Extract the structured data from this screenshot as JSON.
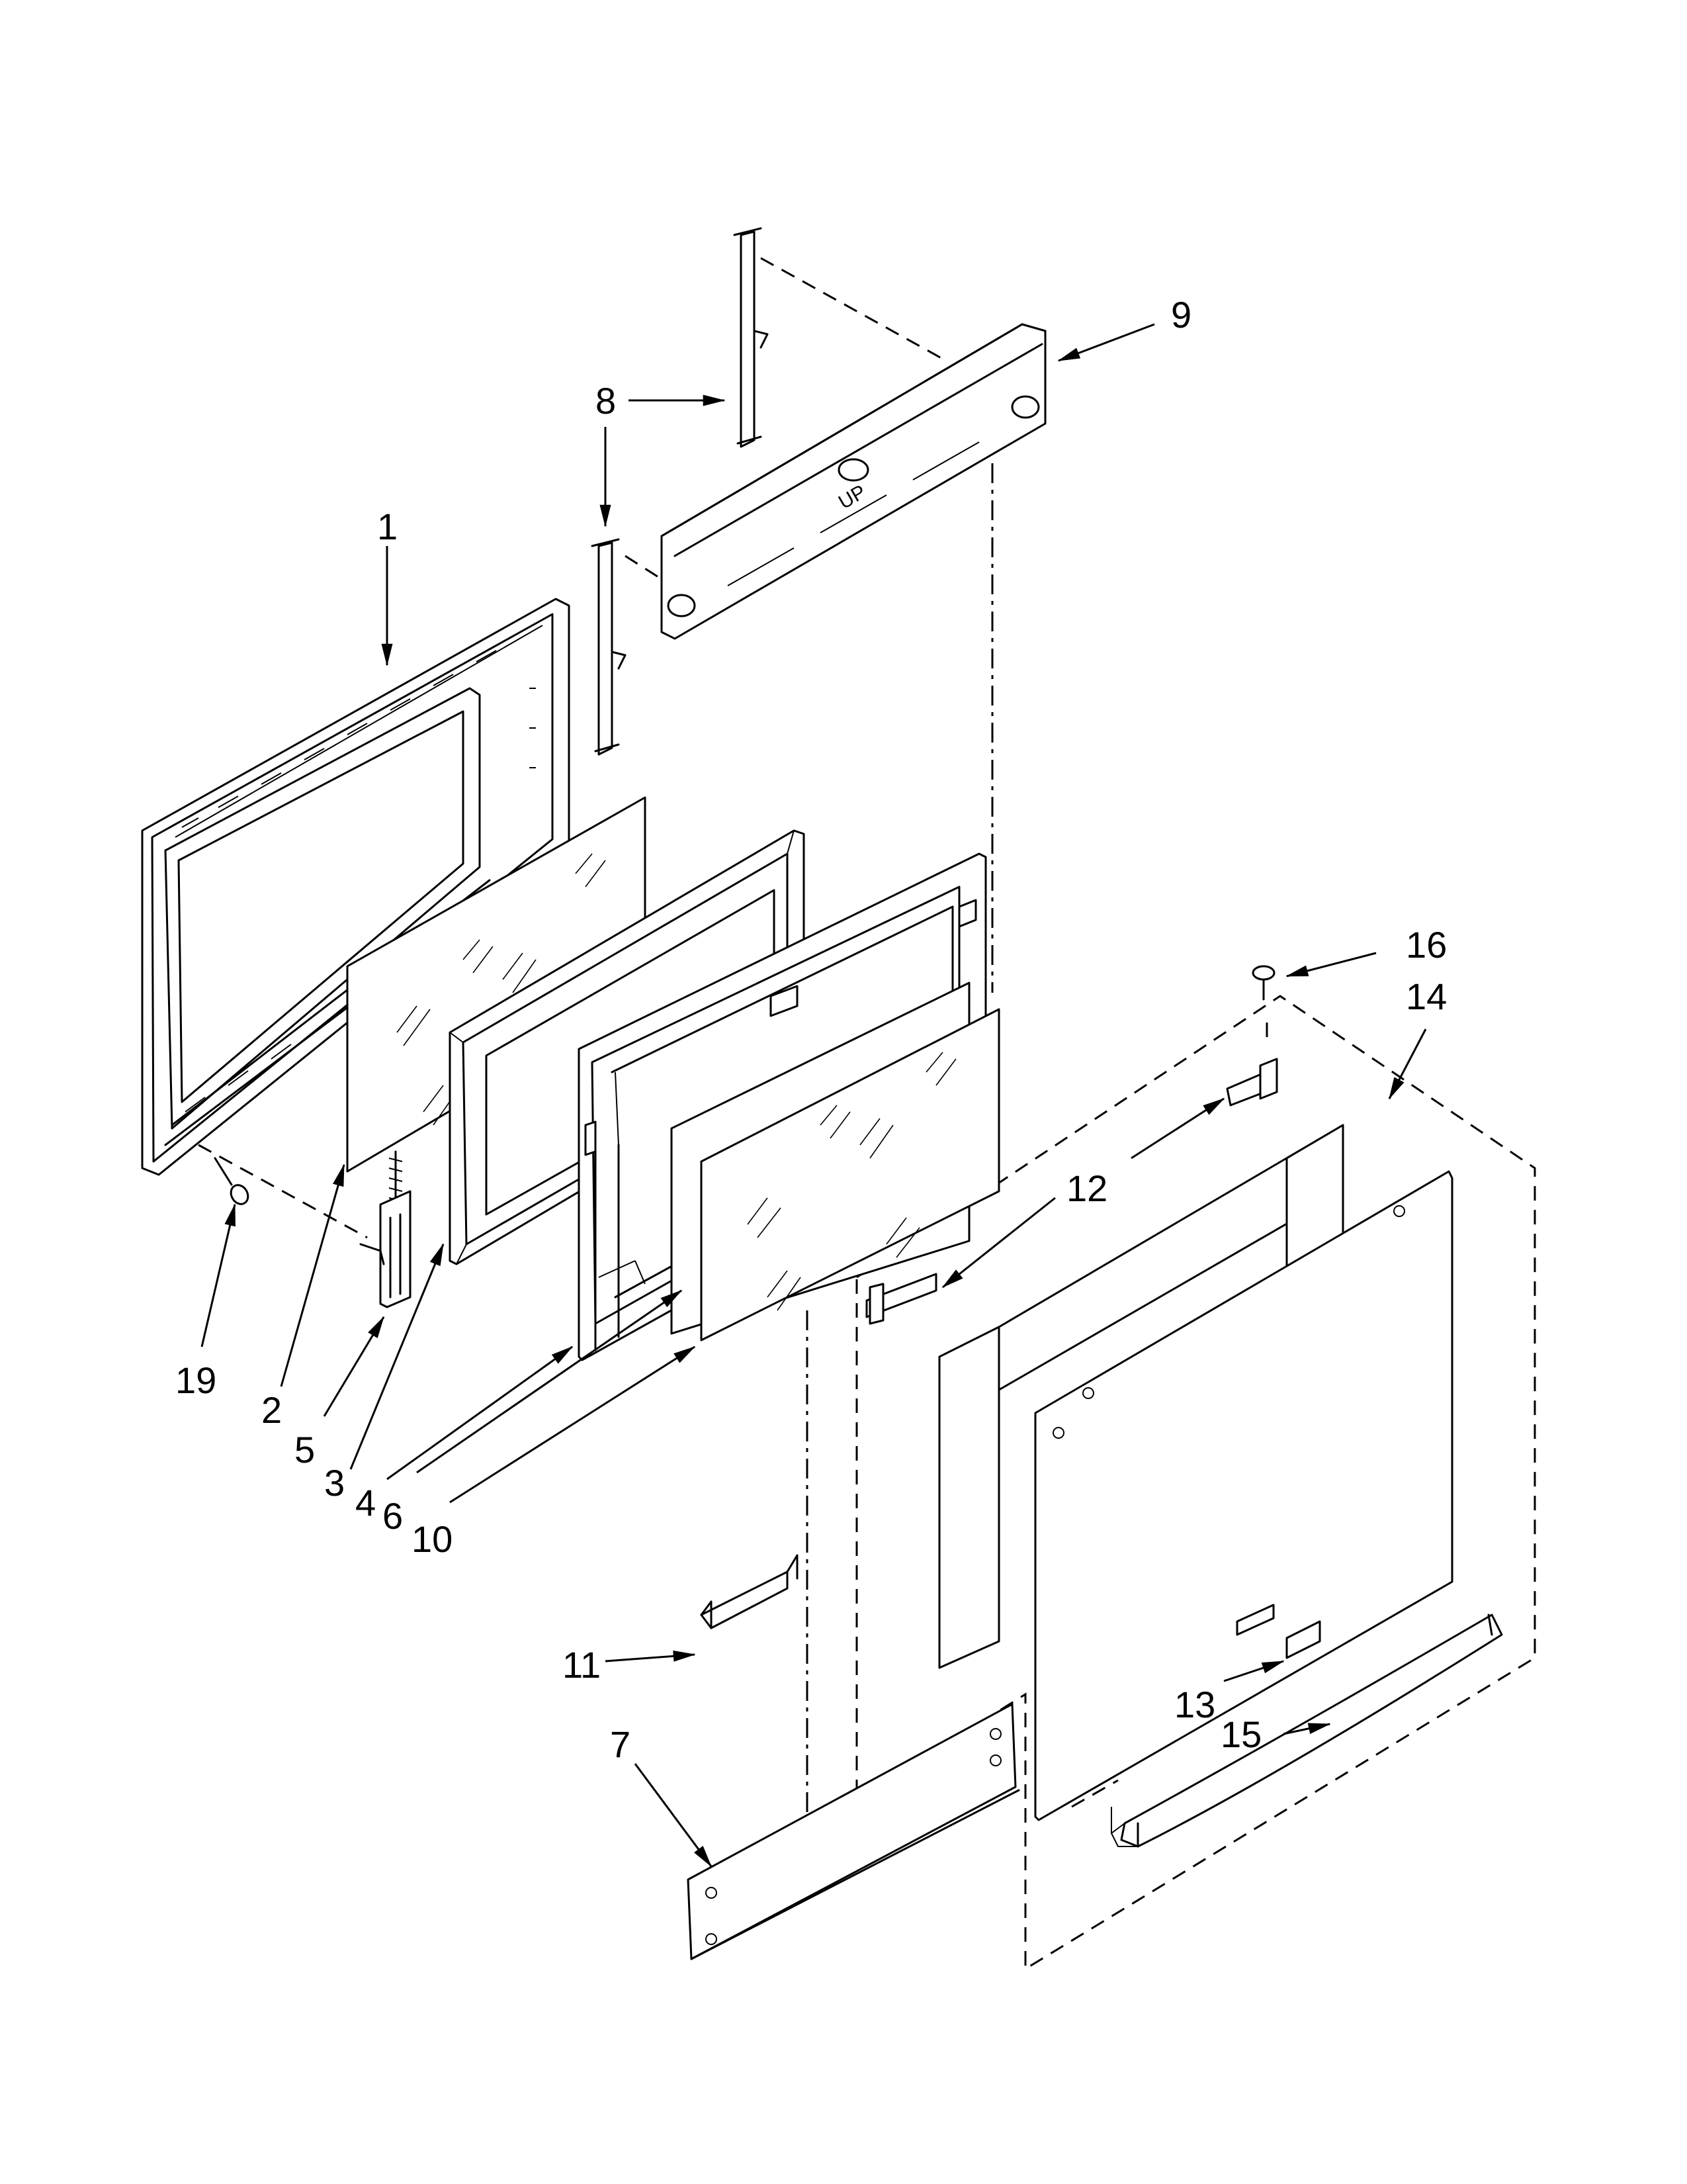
{
  "diagram": {
    "stamp_text": "UP",
    "callouts": [
      {
        "id": "1",
        "label": "1"
      },
      {
        "id": "2",
        "label": "2"
      },
      {
        "id": "3",
        "label": "3"
      },
      {
        "id": "4",
        "label": "4"
      },
      {
        "id": "5",
        "label": "5"
      },
      {
        "id": "6",
        "label": "6"
      },
      {
        "id": "7",
        "label": "7"
      },
      {
        "id": "8",
        "label": "8"
      },
      {
        "id": "9",
        "label": "9"
      },
      {
        "id": "10",
        "label": "10"
      },
      {
        "id": "11",
        "label": "11"
      },
      {
        "id": "12",
        "label": "12"
      },
      {
        "id": "13",
        "label": "13"
      },
      {
        "id": "14",
        "label": "14"
      },
      {
        "id": "15",
        "label": "15"
      },
      {
        "id": "16",
        "label": "16"
      },
      {
        "id": "19",
        "label": "19"
      }
    ]
  }
}
